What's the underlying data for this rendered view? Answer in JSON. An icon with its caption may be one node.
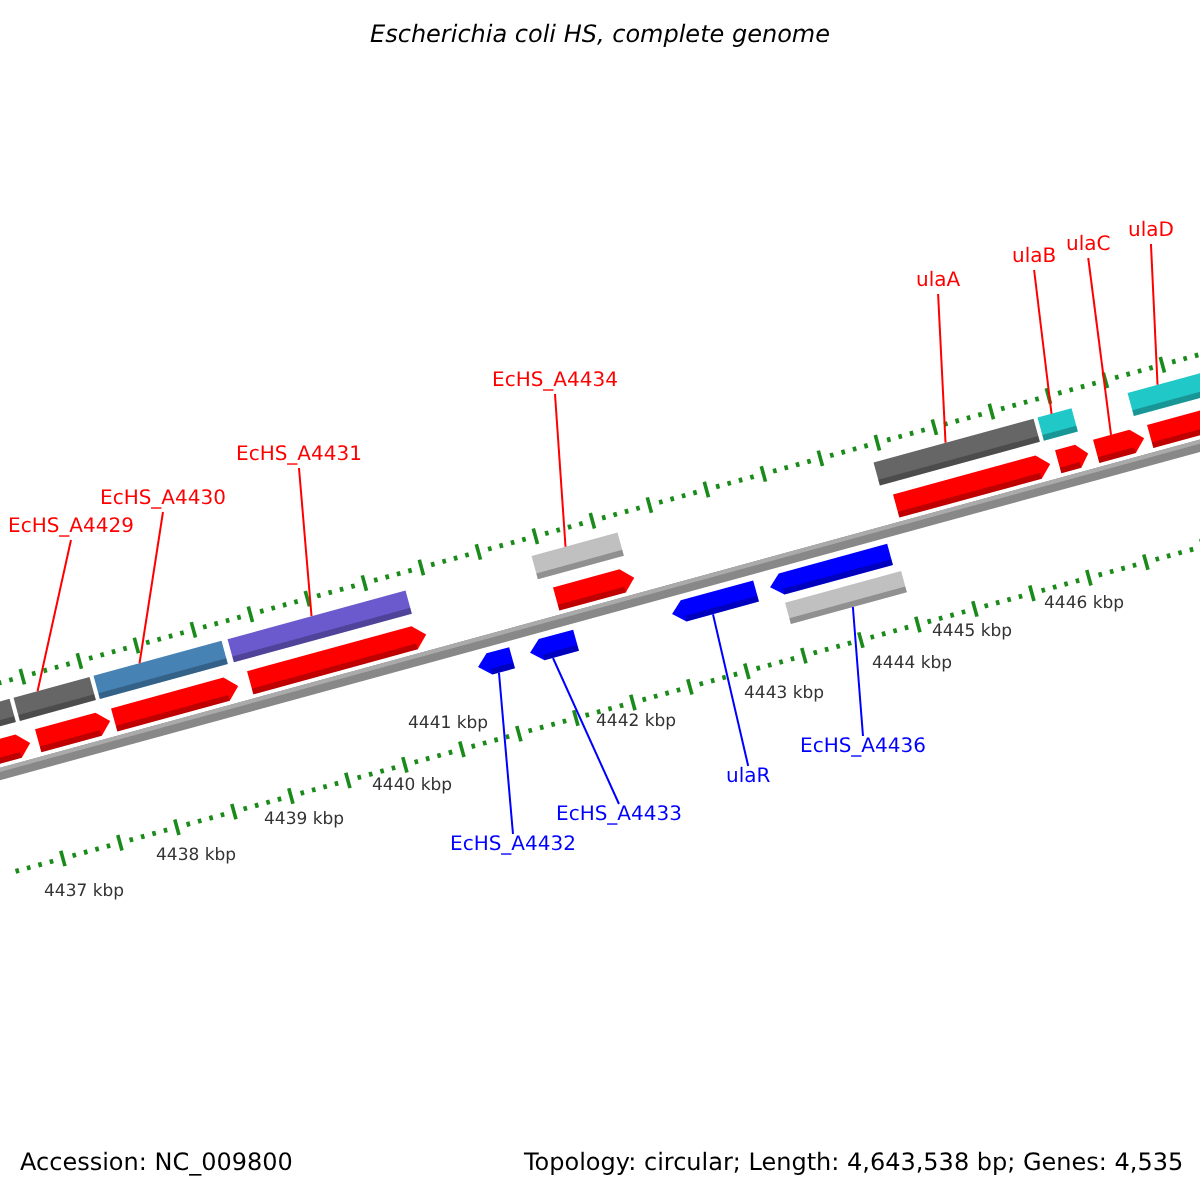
{
  "diagram": {
    "title": "Escherichia coli HS, complete genome",
    "nodes": [
      {
        "text": [
          "EcHS_A4429"
        ]
      },
      {
        "text": [
          "EcHS_A4430"
        ]
      },
      {
        "text": [
          "EcHS_A4431"
        ]
      },
      {
        "text": [
          "EcHS_A4434"
        ]
      },
      {
        "text": [
          "ulaA"
        ]
      },
      {
        "text": [
          "ulaB"
        ]
      },
      {
        "text": [
          "ulaC"
        ]
      },
      {
        "text": [
          "ulaD"
        ]
      },
      {
        "text": [
          "EcHS_A4432"
        ]
      },
      {
        "text": [
          "EcHS_A4433"
        ]
      },
      {
        "text": [
          "ulaR"
        ]
      },
      {
        "text": [
          "EcHS_A4436"
        ]
      },
      {
        "text": [],
        "shape": "box"
      },
      {
        "text": [],
        "shape": "box"
      },
      {
        "text": [],
        "shape": "box"
      },
      {
        "text": [],
        "shape": "pentagon"
      },
      {
        "text": [],
        "shape": "pentagon"
      },
      {
        "text": [],
        "shape": "box"
      },
      {
        "text": [],
        "shape": "pentagon"
      },
      {
        "text": [],
        "shape": "box"
      },
      {
        "text": [],
        "shape": "box"
      },
      {
        "text": [],
        "shape": "box"
      },
      {
        "text": [],
        "shape": "pentagon"
      },
      {
        "text": [],
        "shape": "box"
      },
      {
        "text": [],
        "shape": "box"
      }
    ],
    "edges": [
      {
        "from": 0,
        "to": 12,
        "arrow": "none"
      },
      {
        "from": 1,
        "to": 13,
        "arrow": "none"
      },
      {
        "from": 2,
        "to": 14,
        "arrow": "none"
      },
      {
        "from": 3,
        "to": 17,
        "arrow": "none"
      },
      {
        "from": 4,
        "to": 20,
        "arrow": "none"
      },
      {
        "from": 5,
        "to": 21,
        "arrow": "none"
      },
      {
        "from": 6,
        "to": 22,
        "arrow": "none"
      },
      {
        "from": 7,
        "to": 23,
        "arrow": "none"
      },
      {
        "from": 8,
        "to": 15,
        "arrow": "none",
        "color": "#0000ff"
      },
      {
        "from": 9,
        "to": 16,
        "arrow": "none",
        "color": "#0000ff"
      },
      {
        "from": 10,
        "to": 18,
        "arrow": "none",
        "color": "#0000ff"
      },
      {
        "from": 11,
        "to": 19,
        "arrow": "none",
        "color": "#0000ff"
      }
    ],
    "labels": [
      "4446 kbp",
      "4445 kbp",
      "4444 kbp",
      "4443 kbp",
      "4442 kbp",
      "4441 kbp",
      "4440 kbp",
      "4439 kbp",
      "4438 kbp",
      "4437 kbp",
      "Accession: NC_009800",
      "Topology: circular; Length: 4,643,538 bp; Genes: 4,535"
    ]
  }
}
